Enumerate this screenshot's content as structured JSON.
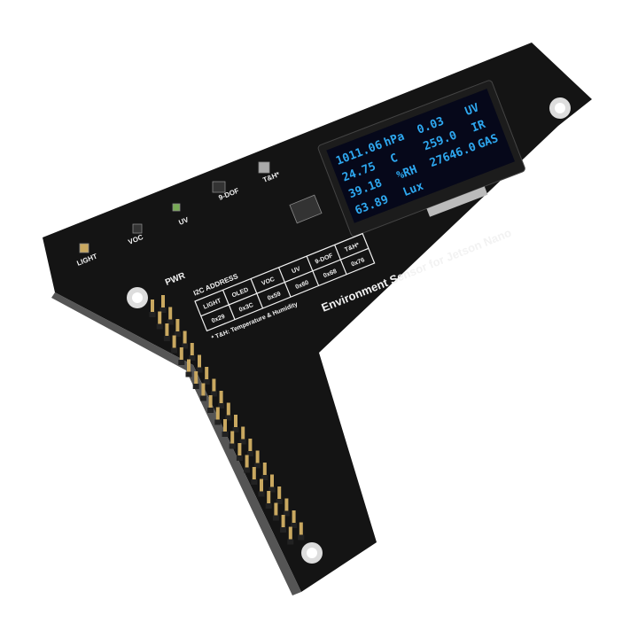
{
  "board": {
    "title": "Environment Sensor for Jetson Nano",
    "sensor_labels": [
      "LIGHT",
      "VOC",
      "UV",
      "9-DOF",
      "T&H*",
      "PWR"
    ],
    "i2c_table": {
      "heading": "I2C ADDRESS",
      "headers": [
        "LIGHT",
        "OLED",
        "VOC",
        "UV",
        "9-DOF",
        "T&H*"
      ],
      "values": [
        "0x29",
        "0x3C",
        "0x59",
        "0x60",
        "0x68",
        "0x76"
      ],
      "footnote": "* T&H: Temperature & Humidity"
    },
    "colors": {
      "pcb": "#141414",
      "silkscreen": "#f2f2f2",
      "oled_text": "#2ea8f0",
      "oled_bg": "#06081a",
      "pins": "#c9a860"
    }
  },
  "oled": {
    "rows": [
      [
        "1011.06",
        "hPa",
        "0.03",
        "UV"
      ],
      [
        "24.75",
        "C",
        "259.0",
        "IR"
      ],
      [
        "39.18",
        "%RH",
        "27646.0",
        "GAS"
      ],
      [
        "63.89",
        "Lux",
        "",
        ""
      ]
    ]
  }
}
